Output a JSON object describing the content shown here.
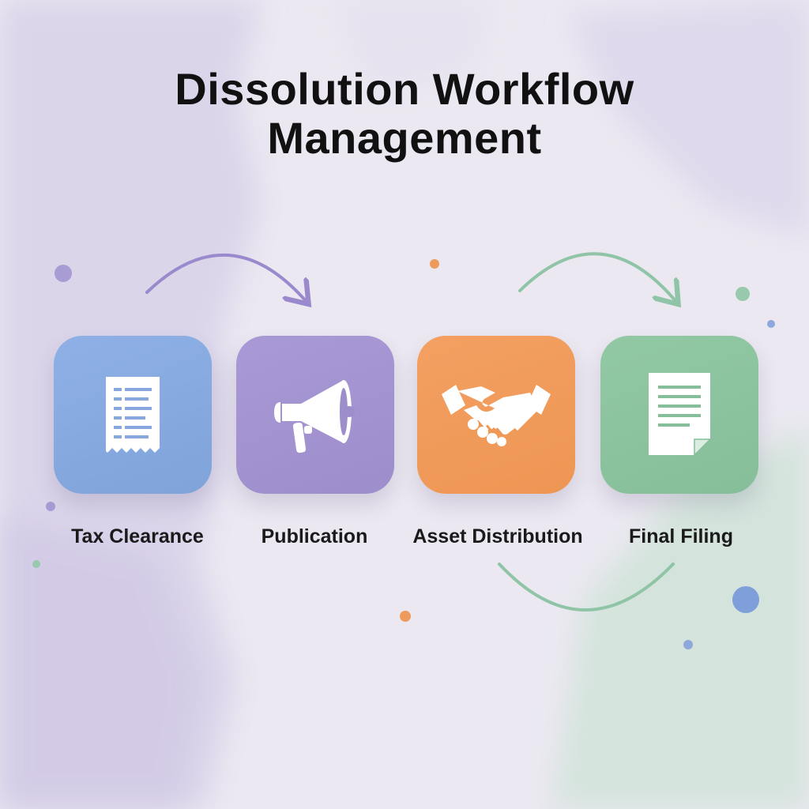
{
  "title": "Dissolution Workflow Management",
  "steps": [
    {
      "label": "Tax Clearance",
      "icon": "receipt-icon",
      "color": "#85a9e0"
    },
    {
      "label": "Publication",
      "icon": "megaphone-icon",
      "color": "#a393d0"
    },
    {
      "label": "Asset Distribution",
      "icon": "handshake-icon",
      "color": "#f09a5a"
    },
    {
      "label": "Final Filing",
      "icon": "document-icon",
      "color": "#8cc4a0"
    }
  ],
  "connectors": [
    {
      "from": "Tax Clearance",
      "to": "Publication",
      "color": "#9a89cc"
    },
    {
      "from": "Asset Distribution",
      "to": "Final Filing",
      "color": "#8fc4a6"
    }
  ]
}
